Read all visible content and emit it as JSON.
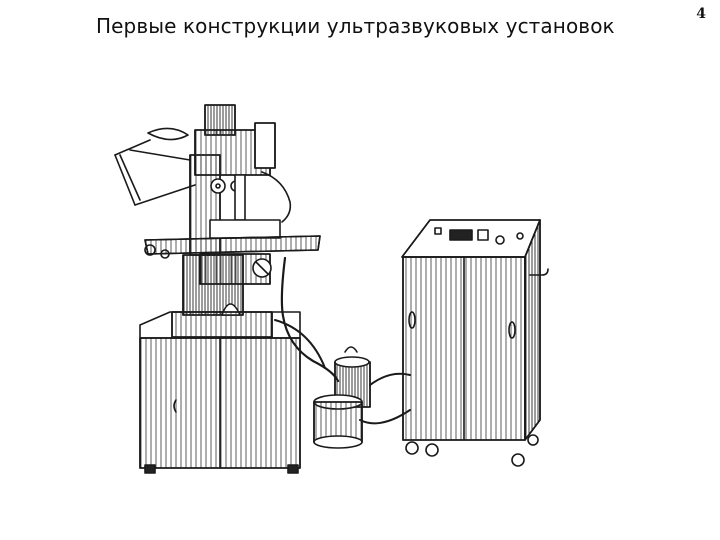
{
  "slide": {
    "title": "Первые конструкции ультразвуковых установок",
    "page_number": "4"
  },
  "illustration": {
    "subject": "ultrasonic machine tool engraving",
    "style": "black-and-white line drawing"
  }
}
